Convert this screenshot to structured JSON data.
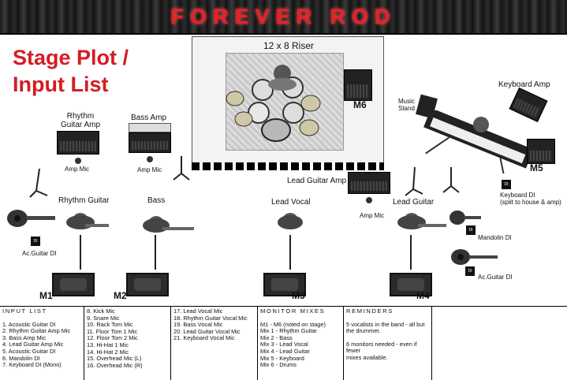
{
  "banner": {
    "title": "FOREVER ROD"
  },
  "page": {
    "title_line1": "Stage Plot /",
    "title_line2": "Input List"
  },
  "riser": {
    "label": "12 x 8 Riser"
  },
  "stage_labels": {
    "rhythm_amp_line1": "Rhythm",
    "rhythm_amp_line2": "Guitar Amp",
    "bass_amp": "Bass Amp",
    "amp_mic_1": "Amp Mic",
    "amp_mic_2": "Amp Mic",
    "amp_mic_3": "Amp Mic",
    "lead_guitar_amp": "Lead Guitar Amp",
    "keyboard_amp": "Keyboard Amp",
    "music_stand_line1": "Music",
    "music_stand_line2": "Stand",
    "keyboard_di_line1": "Keyboard DI",
    "keyboard_di_line2": "(split to house & amp)",
    "mandolin_di": "Mandolin DI",
    "ac_guitar_di_right": "Ac.Guitar DI",
    "ac_guitar_di_left": "Ac.Guitar DI",
    "rhythm_guitar": "Rhythm Guitar",
    "bass": "Bass",
    "lead_vocal": "Lead Vocal",
    "lead_guitar": "Lead Guitar",
    "di_box_text": "DI"
  },
  "monitors": [
    "M1",
    "M2",
    "M3",
    "M4",
    "M5",
    "M6"
  ],
  "input_list": {
    "heading": "INPUT LIST",
    "col1": [
      "1. Acoustic Guitar DI",
      "2. Rhythm Guitar Amp Mic",
      "3. Bass Amp Mic",
      "4. Lead Guitar Amp Mic",
      "5. Acoustic Guitar DI",
      "6. Mandolin DI",
      "7. Keyboard DI (Mono)"
    ],
    "col2": [
      "8. Kick Mic",
      "9. Snare Mic",
      "10. Rack Tom Mic",
      "11. Floor Tom 1 Mic",
      "12. Floor Tom 2 Mic",
      "13. Hi-Hat 1 Mic",
      "14. Hi-Hat 2 Mic",
      "15. Overhead Mic (L)",
      "16. Overhead Mic (R)"
    ],
    "col3": [
      "17. Lead Vocal Mic",
      "18. Rhythm Guitar Vocal Mic",
      "19. Bass Vocal Mic",
      "20. Lead Guitar Vocal Mic",
      "21. Keyboard Vocal Mic"
    ]
  },
  "monitor_mixes": {
    "heading": "MONITOR MIXES",
    "items": [
      "M1 - M6 (noted on stage)",
      "Mix 1 - Rhythm Guitar",
      "Mix 2 - Bass",
      "Mix 3 - Lead Vocal",
      "Mix 4 - Lead Guitar",
      "Mix 5 - Keyboard",
      "Mix 6 - Drums"
    ]
  },
  "reminders": {
    "heading": "REMINDERS",
    "note1_line1": "5 vocalists in the band - all but",
    "note1_line2": "the drummer.",
    "note2_line1": "6 monitors needed - even if fewer",
    "note2_line2": "mixes available."
  }
}
